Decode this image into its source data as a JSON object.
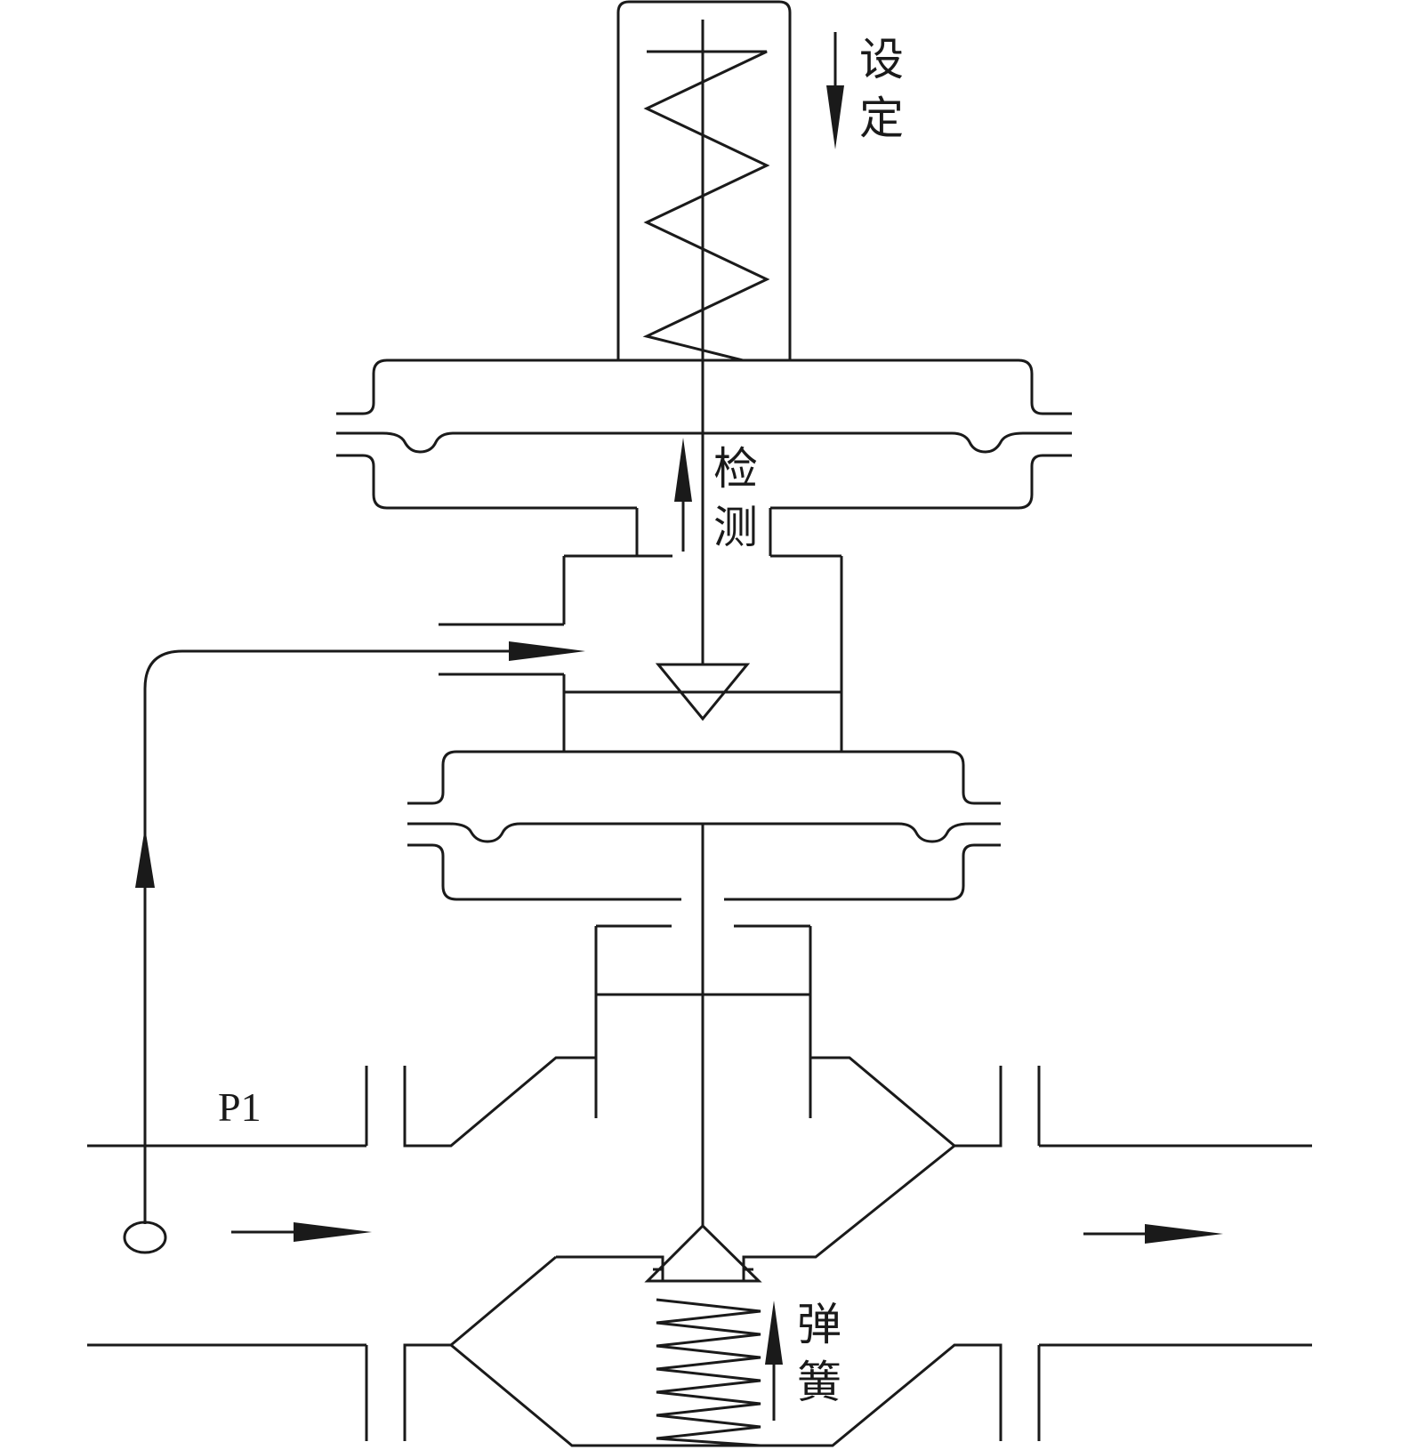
{
  "labels": {
    "setting": [
      "设",
      "定"
    ],
    "detection": [
      "检",
      "测"
    ],
    "spring": [
      "弹",
      "簧"
    ],
    "inlet_pressure": "P1"
  },
  "colors": {
    "line": "#1a1a1a",
    "background": "#ffffff"
  }
}
